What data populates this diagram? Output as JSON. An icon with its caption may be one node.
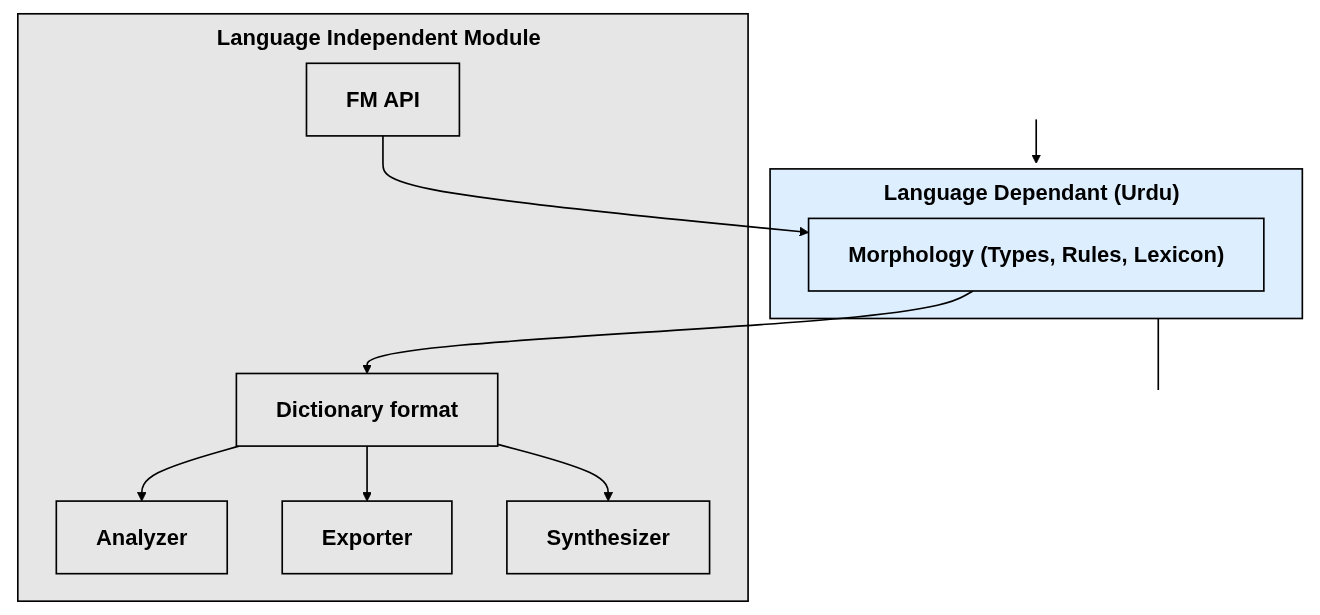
{
  "diagram": {
    "nodes": [
      {
        "text": [
          "Language Dependant (Urdu)"
        ]
      },
      {
        "text": [
          "Morphology (Types, Rules, Lexicon)"
        ],
        "in": 0
      },
      {
        "text": [
          "Language Independent Module"
        ]
      },
      {
        "text": [
          "FM API"
        ],
        "in": 2
      },
      {
        "text": [
          "Dictionary format"
        ],
        "in": 2
      },
      {
        "text": [
          "Analyzer"
        ],
        "in": 2
      },
      {
        "text": [
          "Exporter"
        ],
        "in": 2
      },
      {
        "text": [
          "Synthesizer"
        ],
        "in": 2
      }
    ],
    "edges": [
      {
        "from": null,
        "to": 0,
        "arrow": "to"
      },
      {
        "from": 0,
        "to": null,
        "arrow": "none"
      },
      {
        "from": 3,
        "to": 1,
        "arrow": "to"
      },
      {
        "from": 1,
        "to": 4,
        "arrow": "to"
      },
      {
        "from": 4,
        "to": 5,
        "arrow": "to"
      },
      {
        "from": 4,
        "to": 6,
        "arrow": "to"
      },
      {
        "from": 4,
        "to": 7,
        "arrow": "to"
      }
    ]
  }
}
